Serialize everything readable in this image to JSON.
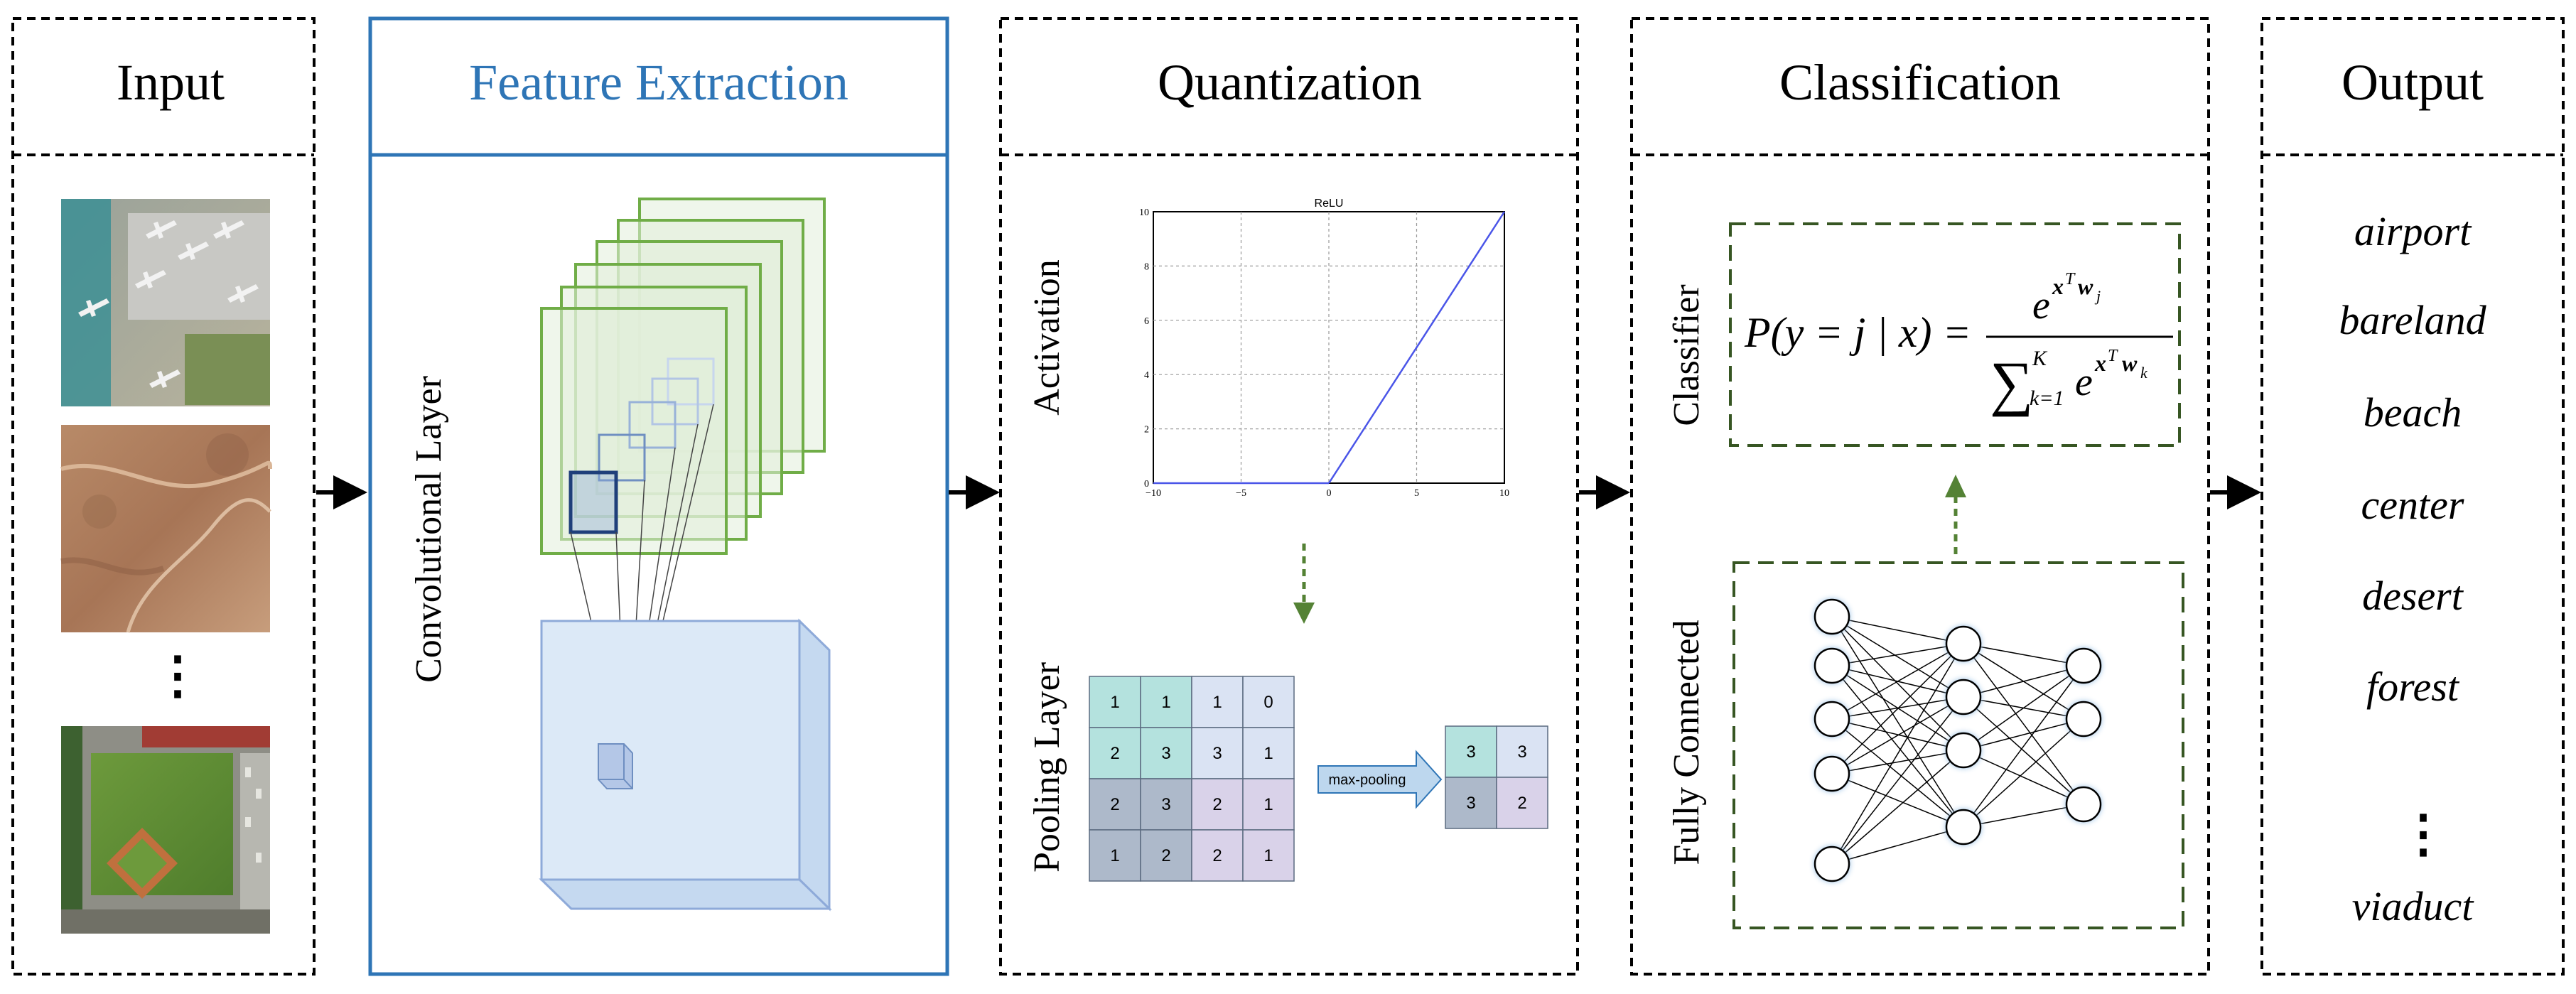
{
  "panels": {
    "input": {
      "title": "Input",
      "more": "⋮"
    },
    "feature": {
      "title": "Feature Extraction",
      "conv_label": "Convolutional Layer"
    },
    "quant": {
      "title": "Quantization",
      "activation_label": "Activation",
      "pooling_label": "Pooling Layer",
      "relu_title": "ReLU",
      "relu_x_ticks": [
        "−10",
        "−5",
        "0",
        "5",
        "10"
      ],
      "relu_y_ticks": [
        "0",
        "2",
        "4",
        "6",
        "8",
        "10"
      ],
      "pool_input": [
        [
          "1",
          "1",
          "1",
          "0"
        ],
        [
          "2",
          "3",
          "3",
          "1"
        ],
        [
          "2",
          "3",
          "2",
          "1"
        ],
        [
          "1",
          "2",
          "2",
          "1"
        ]
      ],
      "pool_arrow_label": "max-pooling",
      "pool_output": [
        [
          "3",
          "3"
        ],
        [
          "3",
          "2"
        ]
      ]
    },
    "classif": {
      "title": "Classification",
      "classifier_label": "Classifier",
      "fc_label": "Fully Connected",
      "formula": {
        "lhs": "P(y = j | x) =",
        "num_base": "e",
        "num_exp": "x",
        "num_exp_t": "T",
        "num_w": "w",
        "num_w_sub": "j",
        "sum": "∑",
        "sum_upper": "K",
        "sum_lower": "k=1",
        "den_base": "e",
        "den_w_sub": "k"
      }
    },
    "output": {
      "title": "Output",
      "labels": [
        "airport",
        "bareland",
        "beach",
        "center",
        "desert",
        "forest"
      ],
      "more": "⋮",
      "last": "viaduct"
    }
  },
  "colors": {
    "feature_blue": "#2e75b6",
    "green": "#548235",
    "dark_green": "#375623"
  }
}
